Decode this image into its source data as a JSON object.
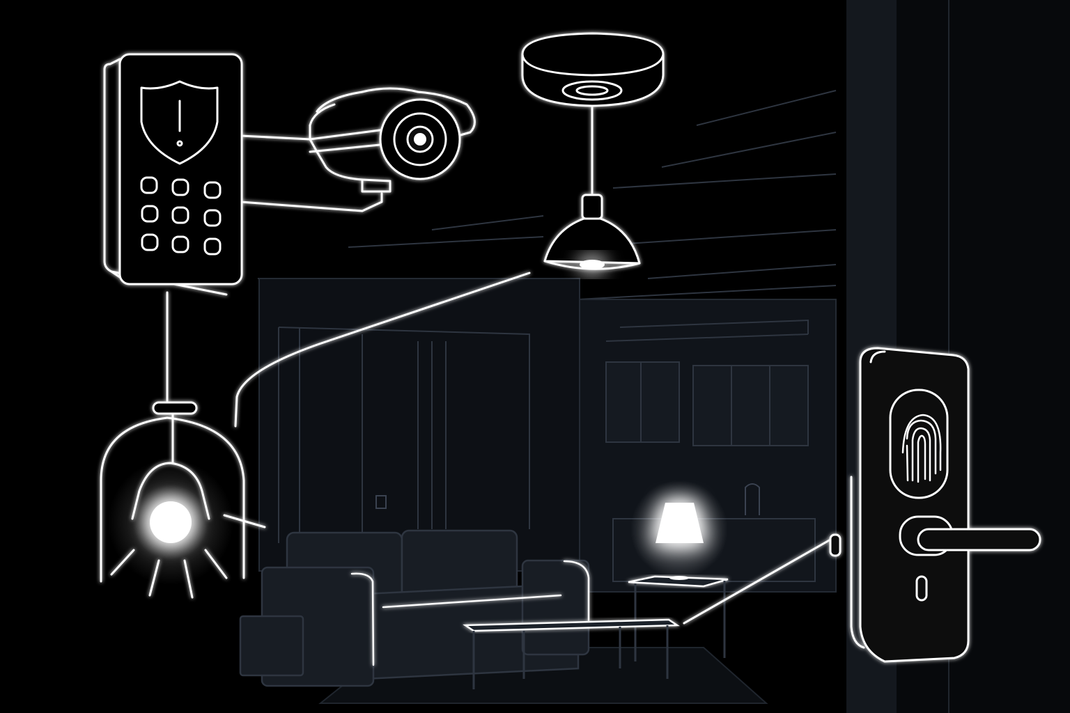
{
  "scene": {
    "background": "#000000",
    "line_color": "#ffffff",
    "room_color": "#1a1f26",
    "room_line_color": "#2e3540",
    "light_color": "#ffffff"
  },
  "devices": [
    {
      "id": "alarm-keypad",
      "icon": "shield-alert-icon",
      "keys": 9
    },
    {
      "id": "security-camera",
      "icon": "camera-icon"
    },
    {
      "id": "smoke-detector",
      "icon": "smoke-detector-icon"
    },
    {
      "id": "pendant-light",
      "icon": "pendant-lamp-icon"
    },
    {
      "id": "motion-floodlight",
      "icon": "floodlight-icon"
    },
    {
      "id": "table-lamp",
      "icon": "table-lamp-icon"
    },
    {
      "id": "smart-door-lock",
      "icon": "fingerprint-icon"
    }
  ]
}
